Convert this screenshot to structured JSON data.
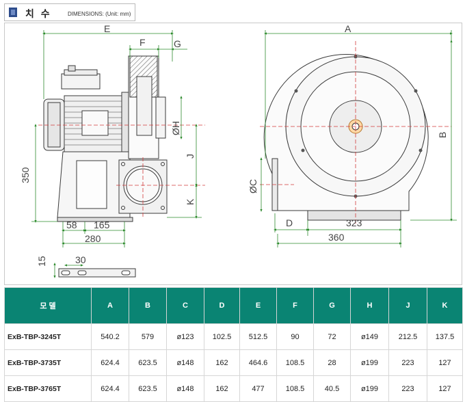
{
  "header": {
    "title": "치 수",
    "subtitle": "DIMENSIONS: (Unit: mm)",
    "accent_color": "#2e4d8c"
  },
  "drawing": {
    "labels": {
      "E": "E",
      "F": "F",
      "G": "G",
      "A": "A",
      "B": "B",
      "H": "ØH",
      "J": "J",
      "K": "K",
      "C": "ØC",
      "D": "D",
      "d350": "350",
      "d58": "58",
      "d165": "165",
      "d280": "280",
      "d323": "323",
      "d360": "360",
      "d15": "15",
      "d30": "30"
    },
    "line_color": "#3a3a3a",
    "dim_color": "#2e8b2e",
    "center_color": "#d23a3a"
  },
  "table": {
    "header_color": "#0a8473",
    "columns": [
      "모 델",
      "A",
      "B",
      "C",
      "D",
      "E",
      "F",
      "G",
      "H",
      "J",
      "K"
    ],
    "rows": [
      [
        "ExB-TBP-3245T",
        "540.2",
        "579",
        "ø123",
        "102.5",
        "512.5",
        "90",
        "72",
        "ø149",
        "212.5",
        "137.5"
      ],
      [
        "ExB-TBP-3735T",
        "624.4",
        "623.5",
        "ø148",
        "162",
        "464.6",
        "108.5",
        "28",
        "ø199",
        "223",
        "127"
      ],
      [
        "ExB-TBP-3765T",
        "624.4",
        "623.5",
        "ø148",
        "162",
        "477",
        "108.5",
        "40.5",
        "ø199",
        "223",
        "127"
      ]
    ]
  }
}
